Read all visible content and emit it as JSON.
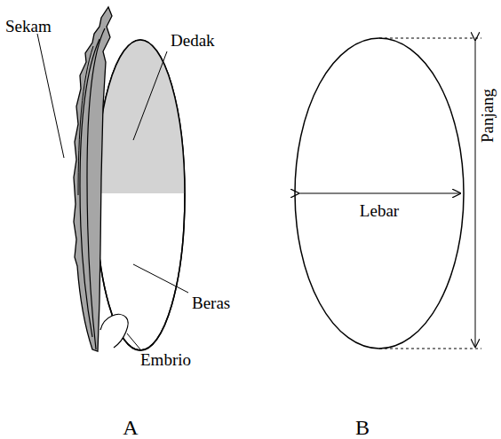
{
  "diagram": {
    "labels": [
      "Sekam",
      "Dedak",
      "Beras",
      "Embrio",
      "Lebar",
      "Panjang",
      "A",
      "B"
    ]
  }
}
